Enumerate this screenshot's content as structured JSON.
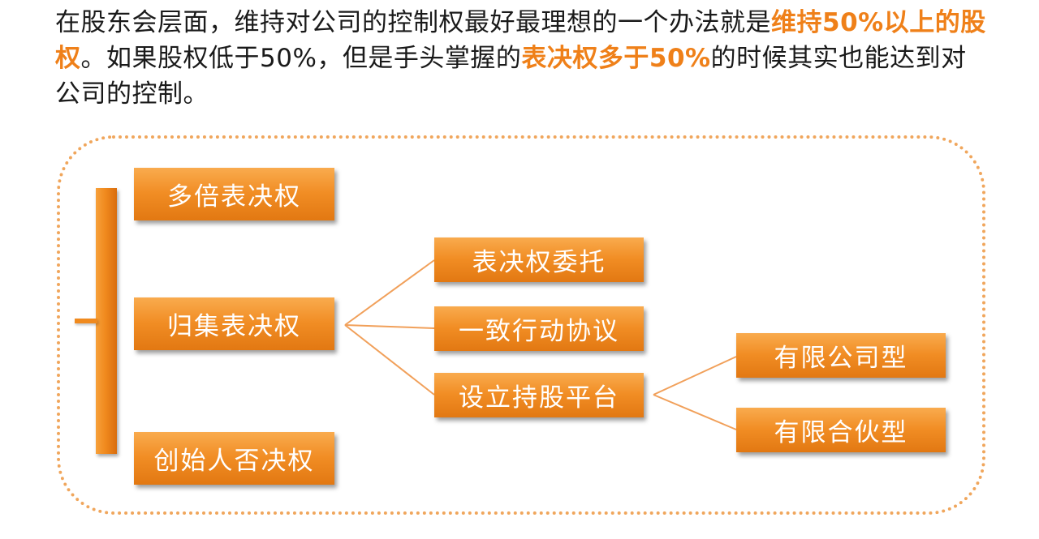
{
  "intro": {
    "part1": "在股东会层面，维持对公司的控制权最好最理想的一个办法就是",
    "highlight1": "维持50%以上的股权",
    "part2": "。如果股权低于50%，但是手头掌握的",
    "highlight2": "表决权多于50%",
    "part3": "的时候其实也能达到对公司的控制。"
  },
  "diagram": {
    "level1": [
      {
        "label": "多倍表决权"
      },
      {
        "label": "归集表决权"
      },
      {
        "label": "创始人否决权"
      }
    ],
    "level2": [
      {
        "label": "表决权委托"
      },
      {
        "label": "一致行动协议"
      },
      {
        "label": "设立持股平台"
      }
    ],
    "level3": [
      {
        "label": "有限公司型"
      },
      {
        "label": "有限合伙型"
      }
    ]
  },
  "colors": {
    "accent": "#ef8019",
    "node_fill": "#f18d24",
    "frame_border": "#f0a65c",
    "connector": "#f1a05a"
  }
}
